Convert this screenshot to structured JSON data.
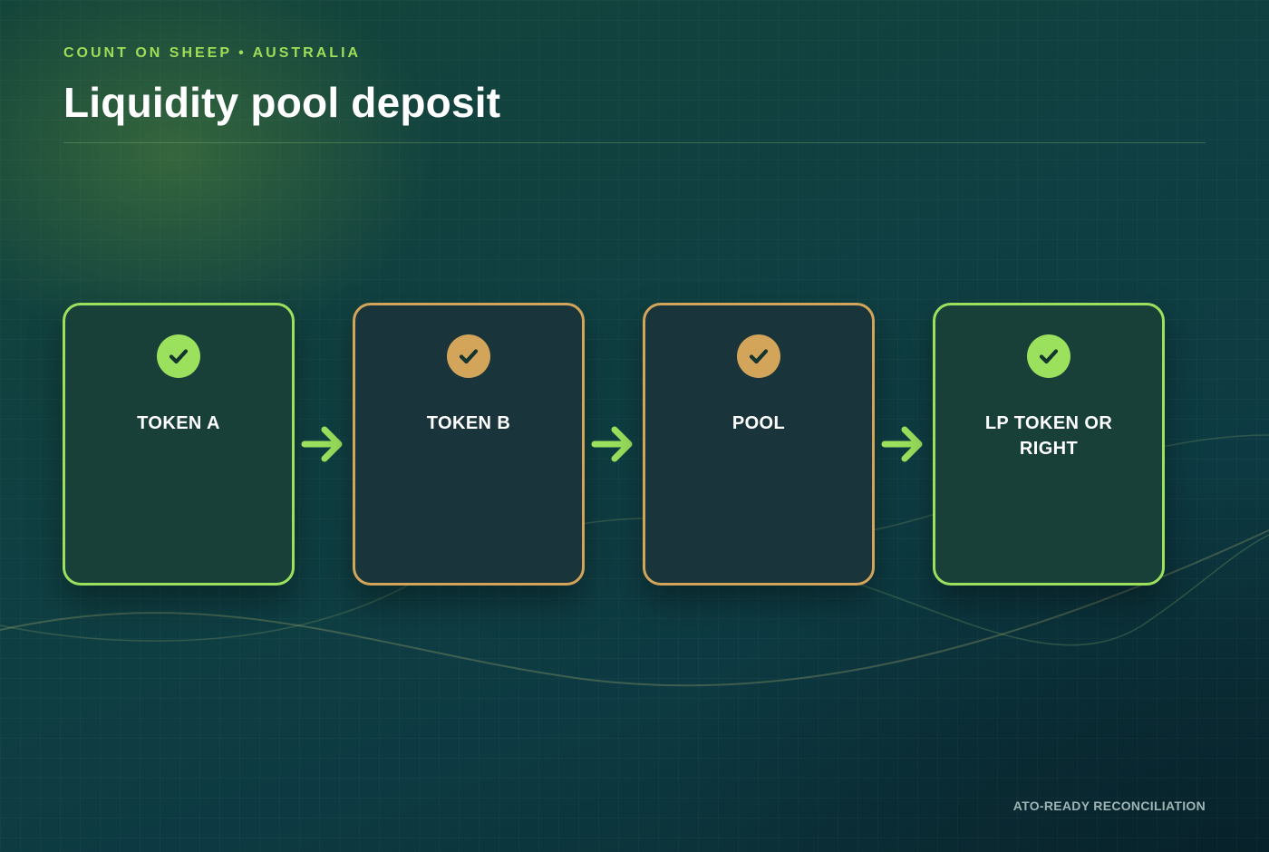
{
  "header": {
    "eyebrow": "COUNT ON SHEEP • AUSTRALIA",
    "title": "Liquidity pool deposit"
  },
  "steps": [
    {
      "label": "TOKEN A",
      "status": "complete",
      "color": "#9be15d"
    },
    {
      "label": "TOKEN B",
      "status": "complete",
      "color": "#d2a55a"
    },
    {
      "label": "POOL",
      "status": "complete",
      "color": "#d2a55a"
    },
    {
      "label": "LP TOKEN OR RIGHT",
      "status": "complete",
      "color": "#9be15d"
    }
  ],
  "connector": {
    "icon": "arrow-right-icon",
    "color": "#9be15d"
  },
  "footer": {
    "text": "ATO-READY RECONCILIATION"
  },
  "colors": {
    "accent_green": "#9be15d",
    "accent_amber": "#d2a55a",
    "background": "#0f3f42"
  }
}
